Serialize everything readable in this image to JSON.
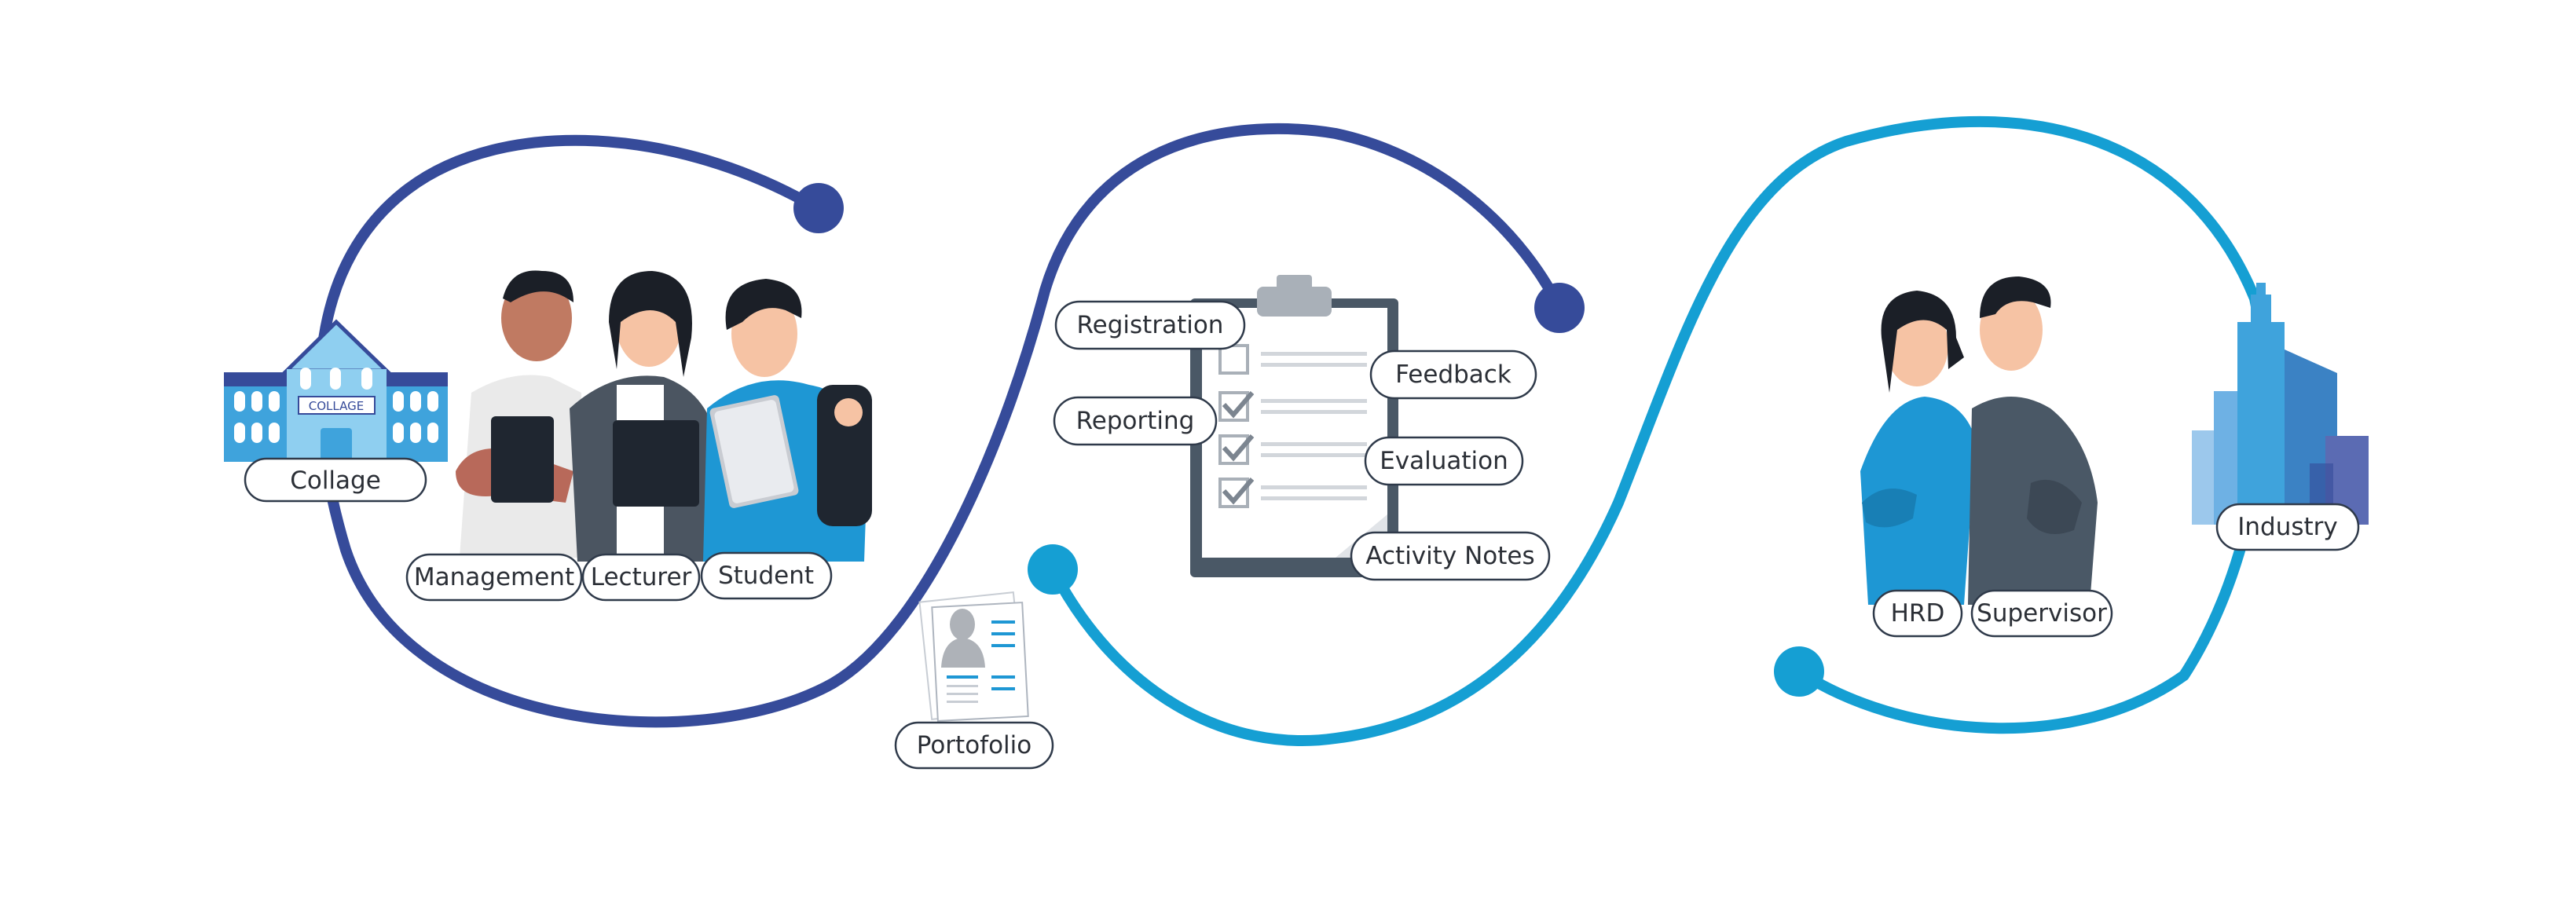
{
  "colors": {
    "dark_blue": "#364b9a",
    "light_blue": "#159fd3",
    "label_border": "#2f3a4a",
    "skin": "#f6c3a4"
  },
  "campus": {
    "building_sign": "COLLAGE",
    "building_label": "Collage",
    "people": {
      "management": "Management",
      "lecturer": "Lecturer",
      "student": "Student"
    },
    "building_icon": "school-building-icon"
  },
  "portfolio": {
    "label": "Portofolio",
    "icon": "portfolio-document-icon"
  },
  "clipboard": {
    "icon": "checklist-clipboard-icon",
    "items": {
      "registration": "Registration",
      "reporting": "Reporting",
      "feedback": "Feedback",
      "evaluation": "Evaluation",
      "activity_notes": "Activity Notes"
    }
  },
  "industry": {
    "hrd": "HRD",
    "supervisor": "Supervisor",
    "label": "Industry",
    "icon": "city-skyscraper-icon"
  }
}
